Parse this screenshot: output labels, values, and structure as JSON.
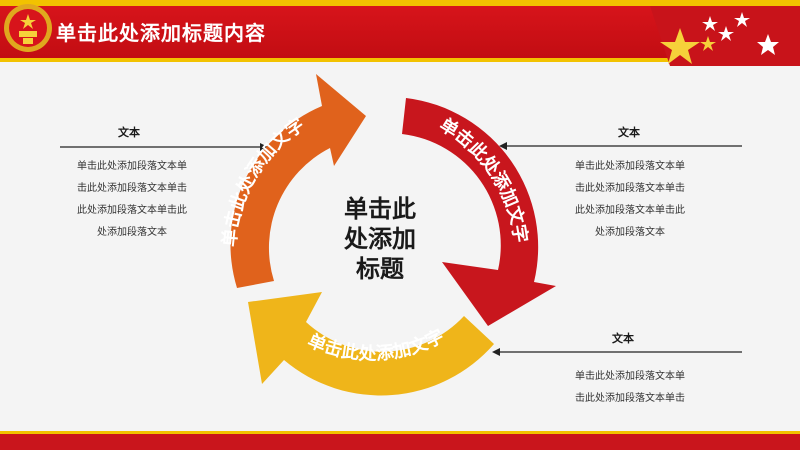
{
  "header": {
    "title": "单击此处添加标题内容"
  },
  "center": {
    "line1": "单击此",
    "line2": "处添加",
    "line3": "标题"
  },
  "segments": {
    "orange": "单击此处添加文字",
    "red": "单击此处添加文字",
    "yellow": "单击此处添加文字"
  },
  "left_block": {
    "title": "文本",
    "lines": [
      "单击此处添加段落文本单",
      "击此处添加段落文本单击",
      "此处添加段落文本单击此",
      "处添加段落文本"
    ]
  },
  "right_top_block": {
    "title": "文本",
    "lines": [
      "单击此处添加段落文本单",
      "击此处添加段落文本单击",
      "此处添加段落文本单击此",
      "处添加段落文本"
    ]
  },
  "right_bottom_block": {
    "title": "文本",
    "lines": [
      "单击此处添加段落文本单",
      "击此处添加段落文本单击"
    ]
  },
  "colors": {
    "orange": "#e0621c",
    "red": "#c8161d",
    "yellow": "#efb51a",
    "brand_red": "#d7141b",
    "gold": "#f2c200"
  }
}
